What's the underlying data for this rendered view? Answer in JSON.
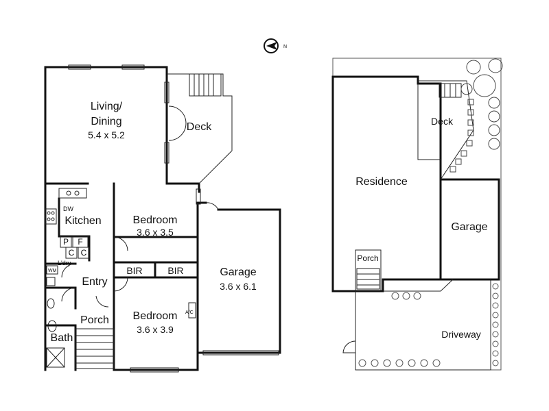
{
  "compass": {
    "label": "N"
  },
  "ground_floor": {
    "living": {
      "name": "Living/",
      "name2": "Dining",
      "dims": "5.4 x 5.2"
    },
    "deck": {
      "name": "Deck"
    },
    "kitchen": {
      "name": "Kitchen",
      "dw": "DW"
    },
    "pantry": {
      "p": "P",
      "f": "F",
      "c1": "C",
      "c2": "C"
    },
    "laundry": {
      "name": "L'dry",
      "wm": "WM"
    },
    "entry": {
      "name": "Entry"
    },
    "porch": {
      "name": "Porch"
    },
    "bath": {
      "name": "Bath"
    },
    "bedroom1": {
      "name": "Bedroom",
      "dims": "3.6 x 3.5"
    },
    "bedroom2": {
      "name": "Bedroom",
      "dims": "3.6 x 3.9",
      "ac": "A/C"
    },
    "bir1": {
      "name": "BIR"
    },
    "bir2": {
      "name": "BIR"
    },
    "garage": {
      "name": "Garage",
      "dims": "3.6 x 6.1"
    }
  },
  "site_plan": {
    "residence": "Residence",
    "deck": "Deck",
    "garage": "Garage",
    "porch": "Porch",
    "driveway": "Driveway"
  }
}
